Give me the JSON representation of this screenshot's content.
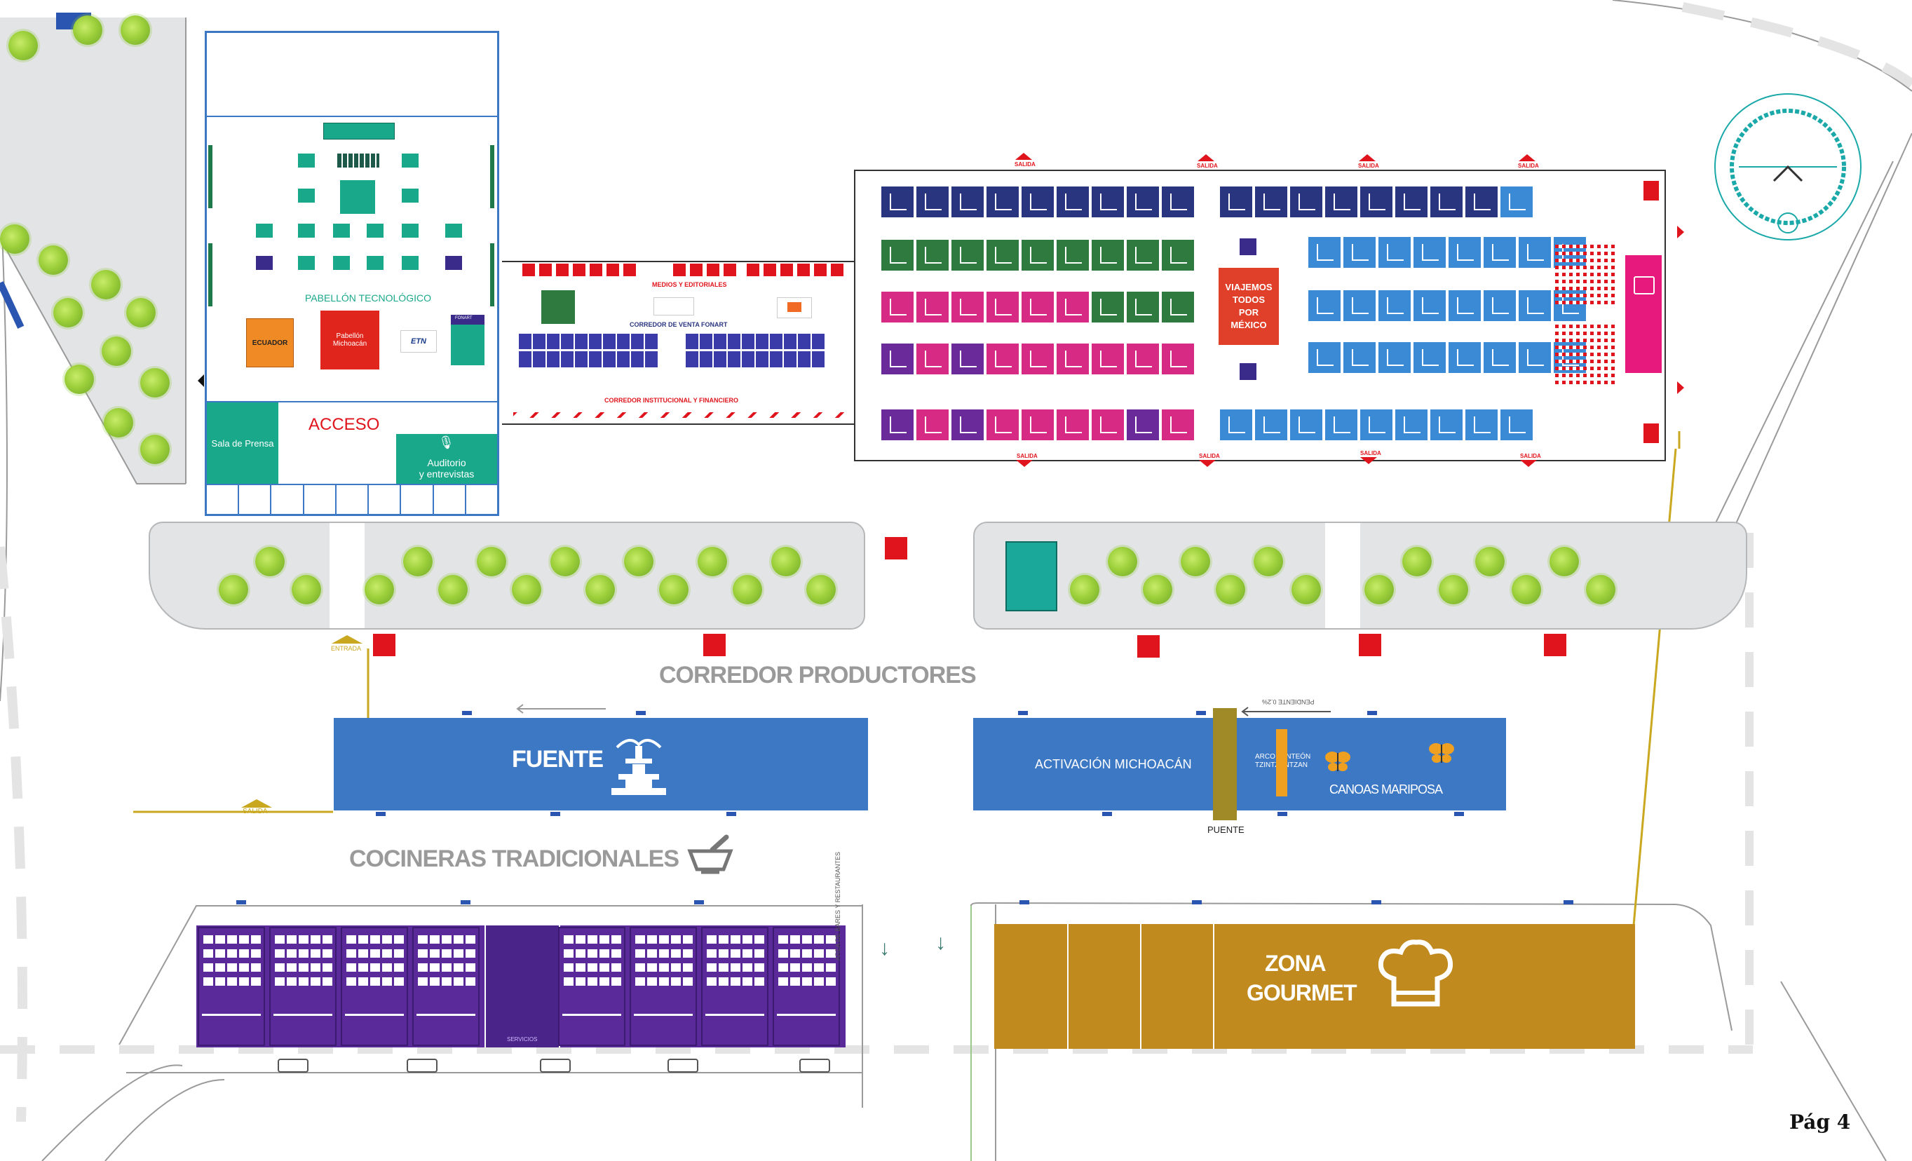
{
  "pavilion": {
    "title": "PABELLÓN TECNOLÓGICO",
    "ecuador": "ECUADOR",
    "michoacan_line1": "Pabellón",
    "michoacan_line2": "Michoacán",
    "etn": "ETN",
    "fonart": "FONART",
    "access": "ACCESO",
    "press_room": "Sala de Prensa",
    "auditorium_line1": "Auditorio",
    "auditorium_line2": "y entrevistas"
  },
  "corridor_sales": {
    "media": "MEDIOS Y EDITORIALES",
    "fonart_corridor": "CORREDOR DE VENTA FONART",
    "institutional": "CORREDOR INSTITUCIONAL Y FINANCIERO"
  },
  "main_hall": {
    "viajemos_line1": "VIAJEMOS",
    "viajemos_line2": "TODOS",
    "viajemos_line3": "POR",
    "viajemos_line4": "MÉXICO",
    "exit_label": "SALIDA"
  },
  "areas": {
    "corredor_productores": "CORREDOR PRODUCTORES",
    "fuente": "FUENTE",
    "activacion": "ACTIVACIÓN MICHOACÁN",
    "arco_line1": "ARCO PANTEÓN",
    "arco_line2": "TZINTZUNTZAN",
    "canoas": "CANOAS MARIPOSA",
    "puente": "PUENTE",
    "cocineras": "COCINERAS TRADICIONALES",
    "zona_line1": "ZONA",
    "zona_line2": "GOURMET",
    "entrada": "ENTRADA",
    "salida": "SALIDA",
    "pendiente": "PENDIENTE 0.2%",
    "servicios": "SERVICIOS",
    "area_bares": "ÁREA DE BARES Y RESTAURANTES"
  },
  "page_number": "Pág 4",
  "colors": {
    "navy": "#2a3580",
    "green": "#2f7a3f",
    "magenta": "#d62a85",
    "purple": "#6a2a9a",
    "sky": "#3a8ad6",
    "royal": "#3d78c5",
    "gold": "#c08a1e",
    "red": "#e0141c",
    "teal": "#1aa88a"
  },
  "icons": [
    "fountain-icon",
    "mortar-icon",
    "chef-hat-icon",
    "butterfly-icon",
    "arrow-down-icon",
    "arrow-left-icon",
    "tree-icon",
    "exit-arrow-icon"
  ]
}
